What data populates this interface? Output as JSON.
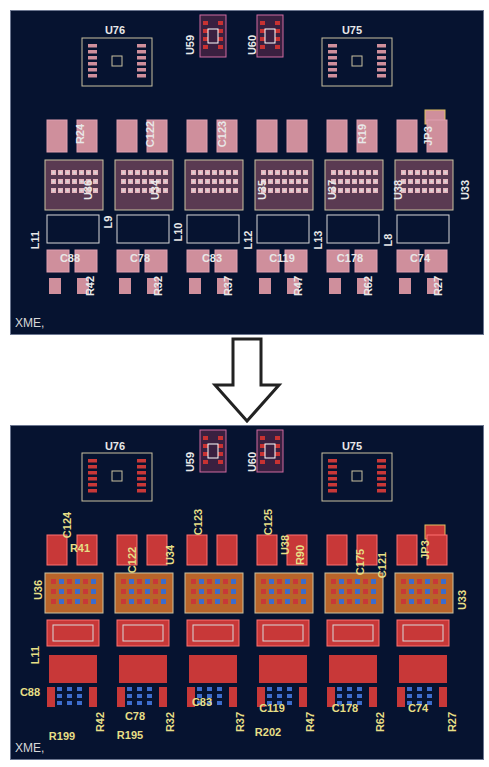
{
  "diagram": {
    "nodes": [
      {
        "text": [
          "XME,"
        ]
      },
      {
        "text": [
          "XME,"
        ]
      }
    ],
    "edges": [
      {
        "from": 0,
        "to": 1,
        "arrow": "to"
      }
    ],
    "labels": [
      "U76",
      "U59",
      "U60",
      "U75",
      "R24",
      "C122",
      "C123",
      "R19",
      "JP3",
      "U36",
      "U34",
      "U35",
      "U37",
      "U38",
      "U33",
      "L11",
      "L9",
      "L10",
      "L12",
      "L13",
      "L8",
      "C88",
      "C78",
      "C83",
      "C119",
      "C178",
      "C74",
      "R42",
      "R32",
      "R37",
      "R47",
      "R62",
      "R27",
      "U76",
      "U59",
      "U60",
      "U75",
      "C124",
      "R41",
      "C122",
      "U34",
      "C123",
      "C125",
      "U38",
      "R90",
      "C175",
      "C121",
      "JP3",
      "U33",
      "U36",
      "L11",
      "C88",
      "R42",
      "R199",
      "C78",
      "R195",
      "R32",
      "C83",
      "R37",
      "C119",
      "R202",
      "R47",
      "C178",
      "R62",
      "C74",
      "R27"
    ]
  }
}
